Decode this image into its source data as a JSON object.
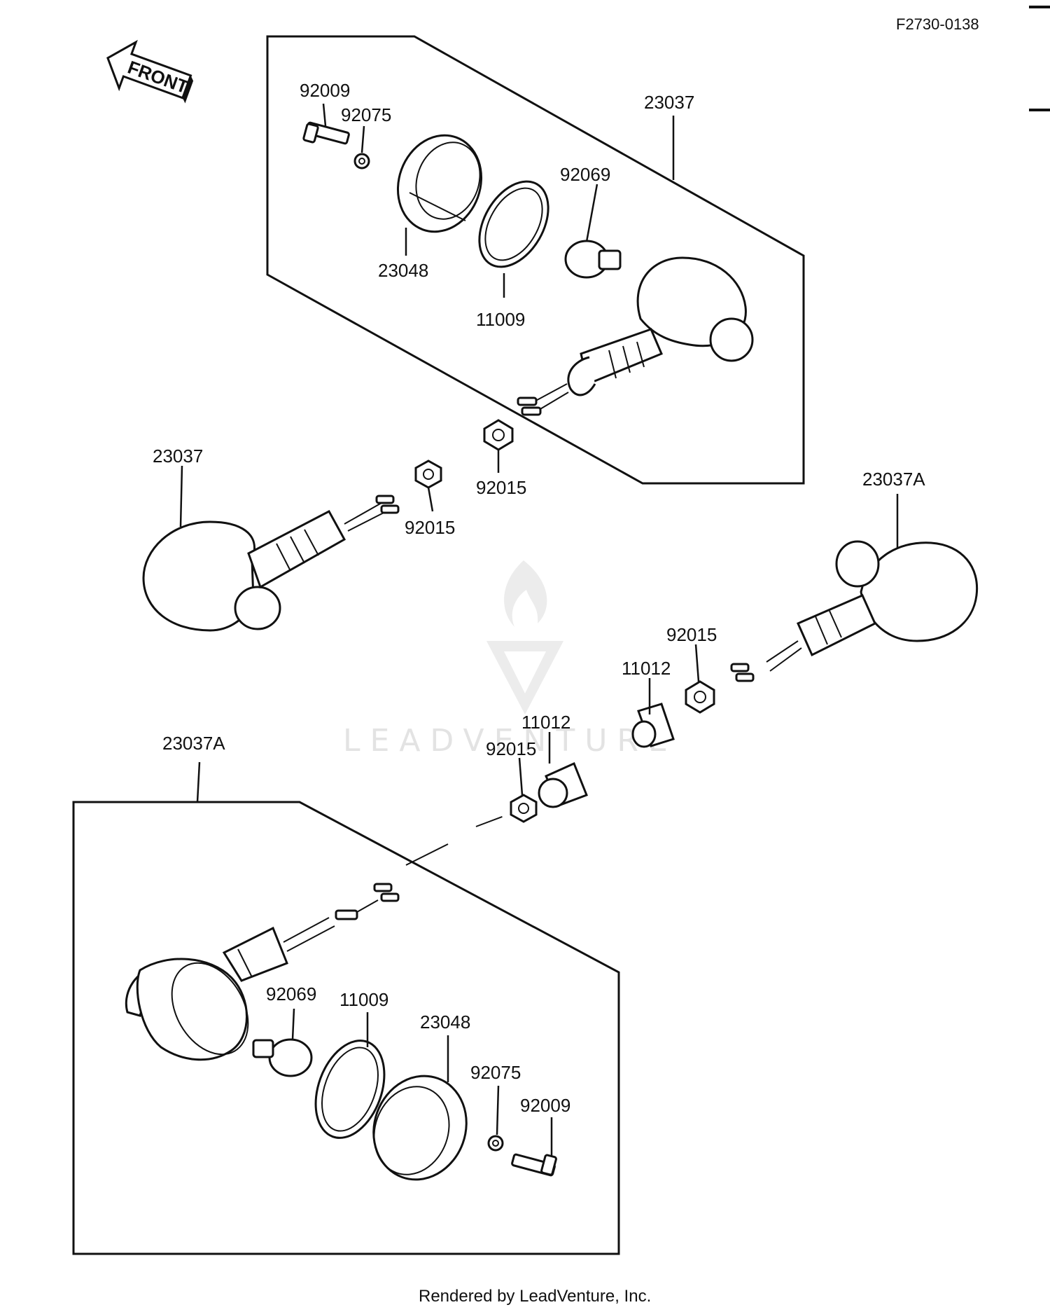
{
  "figure_code": "F2730-0138",
  "direction_label": "FRONT",
  "watermark_text": "LEADVENTURE",
  "footer_text": "Rendered by LeadVenture, Inc.",
  "part_labels": {
    "upper_bolt": "92009",
    "upper_washer": "92075",
    "upper_assembly": "23037",
    "upper_bulb": "92069",
    "upper_lens": "23048",
    "upper_gasket": "11009",
    "upper_nut": "92015",
    "left_assembly": "23037",
    "left_nut": "92015",
    "right_assembly": "23037A",
    "right_nut": "92015",
    "right_spacer": "11012",
    "mid_spacer": "11012",
    "mid_nut": "92015",
    "lower_assembly": "23037A",
    "lower_bulb": "92069",
    "lower_gasket": "11009",
    "lower_lens": "23048",
    "lower_washer": "92075",
    "lower_bolt": "92009"
  }
}
